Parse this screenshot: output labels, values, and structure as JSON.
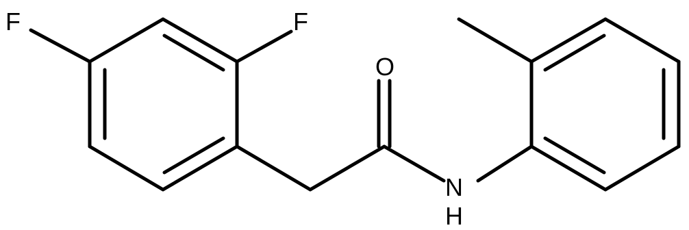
{
  "molecule": {
    "atoms": {
      "fluorine_top_left": "F",
      "fluorine_top": "F",
      "oxygen": "O",
      "nitrogen": "N",
      "hydrogen": "H"
    },
    "colors": {
      "bond": "#000000",
      "label": "#000000",
      "background": "#ffffff"
    }
  }
}
